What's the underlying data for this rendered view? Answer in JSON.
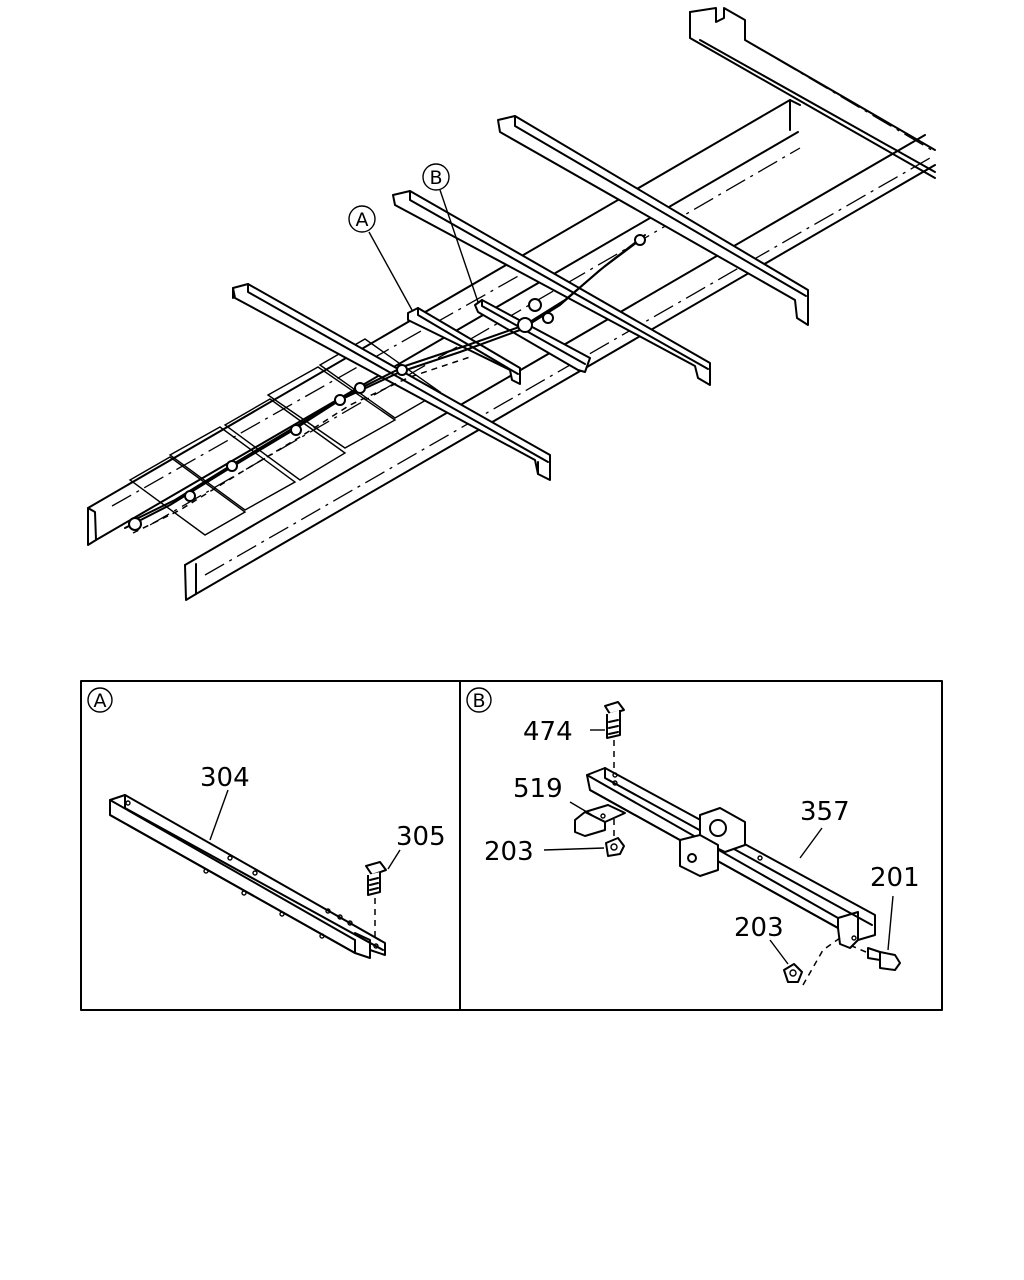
{
  "callouts": {
    "a": "A",
    "b": "B"
  },
  "panel_a": {
    "label": "A",
    "parts": {
      "p304": "304",
      "p305": "305"
    }
  },
  "panel_b": {
    "label": "B",
    "parts": {
      "p474": "474",
      "p519": "519",
      "p203_top": "203",
      "p357": "357",
      "p203_bottom": "203",
      "p201": "201"
    }
  }
}
